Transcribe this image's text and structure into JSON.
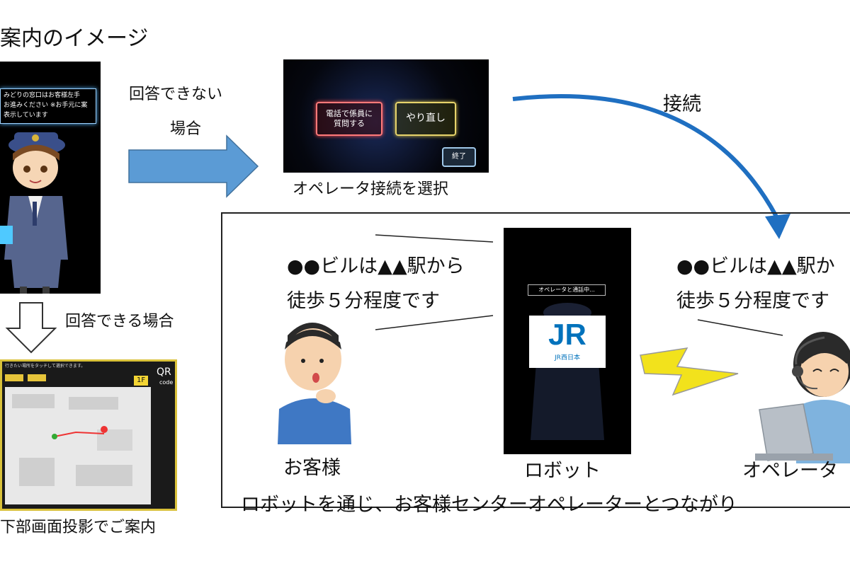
{
  "title": "案内のイメージ",
  "top_left_screen": {
    "text_line1": "みどりの窓口はお客様左手",
    "text_line2": "お進みください ※お手元に案",
    "text_line3": "表示しています"
  },
  "arrow_right": {
    "label_line1": "回答できない",
    "label_line2": "場合"
  },
  "operator_select_screen": {
    "button_phone_line1": "電話で係員に",
    "button_phone_line2": "質問する",
    "button_retry": "やり直し",
    "button_end": "終了",
    "caption": "オペレータ接続を選択"
  },
  "connect_arrow": {
    "label": "接続"
  },
  "arrow_down": {
    "label": "回答できる場合"
  },
  "map_screen": {
    "header_text": "行きたい場所をタッチして選択できます。",
    "qr_label": "QR",
    "qr_sub": "code",
    "floor": "1F",
    "caption": "下部画面投影でご案内"
  },
  "connection_box": {
    "speech_left_line1": "●●ビルは▲▲駅から",
    "speech_left_line2": "徒歩５分程度です",
    "speech_right_line1": "●●ビルは▲▲駅か",
    "speech_right_line2": "徒歩５分程度です",
    "robot_status": "オペレータと通話中...",
    "logo_text": "JR",
    "logo_sub": "JR西日本",
    "customer_label": "お客様",
    "robot_label": "ロボット",
    "operator_label": "オペレータ",
    "footer": "ロボットを通じ、お客様センターオペレーターとつながり"
  },
  "colors": {
    "arrow_fill": "#5b9bd5",
    "connect_arrow": "#1f6fc1",
    "lightning": "#f2e21c",
    "jr_blue": "#0072bc"
  }
}
